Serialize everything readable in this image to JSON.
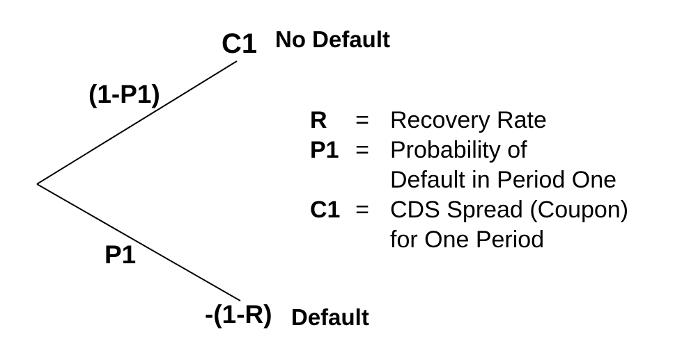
{
  "figure": {
    "background_color": "#ffffff",
    "line_color": "#000000",
    "text_color": "#000000",
    "description": "One-period CDS binomial tree"
  },
  "tree": {
    "branches": [
      {
        "probability_label": "(1-P1)",
        "payoff_label": "C1",
        "outcome_label": "No Default"
      },
      {
        "probability_label": "P1",
        "payoff_label": "-(1-R)",
        "outcome_label": "Default"
      }
    ]
  },
  "legend": {
    "rows": [
      {
        "term": "R",
        "equals": "=",
        "definition": "Recovery Rate"
      },
      {
        "term": "P1",
        "equals": "=",
        "definition": "Probability of\nDefault in Period One"
      },
      {
        "term": "C1",
        "equals": "=",
        "definition": "CDS Spread (Coupon)\nfor One Period"
      }
    ]
  }
}
